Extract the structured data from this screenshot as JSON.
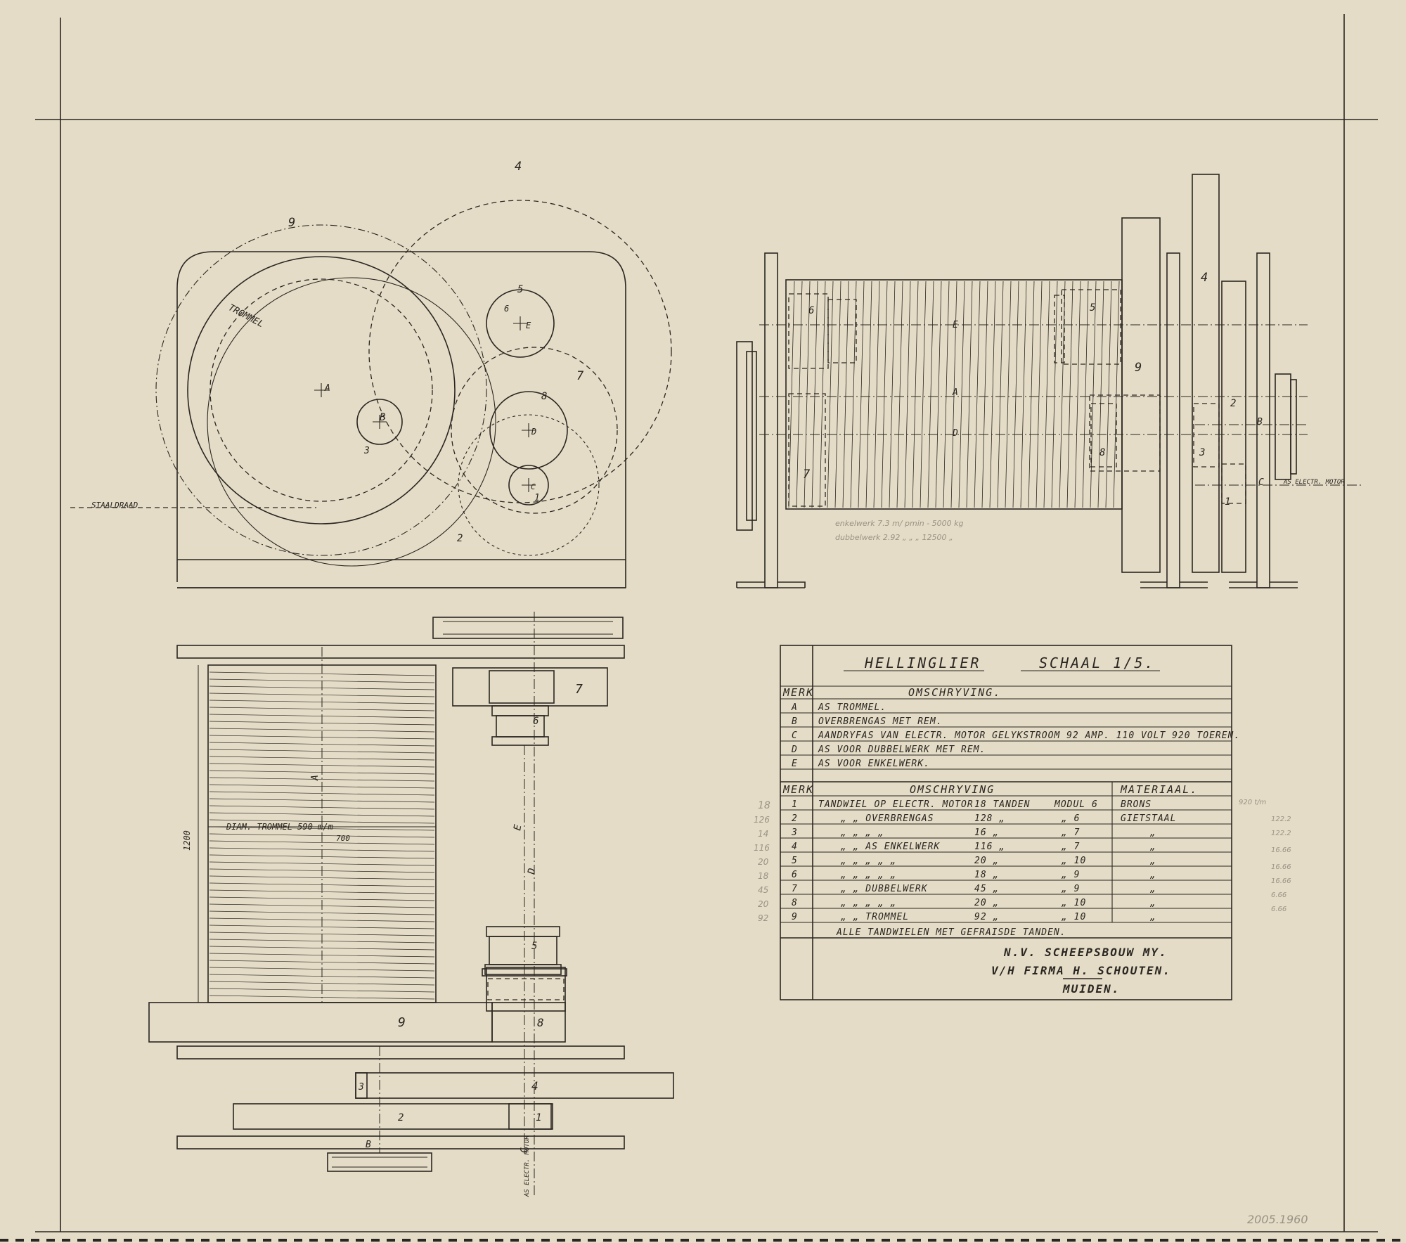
{
  "title": {
    "name": "HELLINGLIER",
    "scale": "SCHAAL 1/5."
  },
  "view_labels": {
    "trommel": "TROMMEL",
    "staaldraad": "STAALDRAAD",
    "diam_trommel": "DIAM. TROMMEL 590 m/m",
    "dim_700": "700",
    "dim_1200": "1200",
    "as_electr_motor": "AS ELECTR. MOTOR"
  },
  "markers": {
    "A": "A",
    "B": "B",
    "C": "C",
    "D": "D",
    "E": "E",
    "g1": "1",
    "g2": "2",
    "g3": "3",
    "g4": "4",
    "g5": "5",
    "g6": "6",
    "g7": "7",
    "g8": "8",
    "g9": "9"
  },
  "shaft_table": {
    "header_merk": "MERK",
    "header_omschryving": "OMSCHRYVING.",
    "rows": [
      {
        "merk": "A",
        "text": "AS TROMMEL."
      },
      {
        "merk": "B",
        "text": "OVERBRENGAS MET REM."
      },
      {
        "merk": "C",
        "text": "AANDRYFAS VAN ELECTR. MOTOR GELYKSTROOM 92 AMP. 110 VOLT 920 TOEREN."
      },
      {
        "merk": "D",
        "text": "AS VOOR DUBBELWERK MET REM."
      },
      {
        "merk": "E",
        "text": "AS VOOR ENKELWERK."
      }
    ]
  },
  "gear_table": {
    "header_merk": "MERK",
    "header_omschryving": "OMSCHRYVING",
    "header_materiaal": "MATERIAAL.",
    "rows": [
      {
        "merk": "1",
        "text": "TANDWIEL OP ELECTR. MOTOR",
        "teeth": "18 TANDEN",
        "modul": "MODUL 6",
        "materiaal": "BRONS"
      },
      {
        "merk": "2",
        "text": "„ „ OVERBRENGAS",
        "teeth": "128 „",
        "modul": "„ 6",
        "materiaal": "GIETSTAAL"
      },
      {
        "merk": "3",
        "text": "„ „ „ „",
        "teeth": "16 „",
        "modul": "„ 7",
        "materiaal": "„"
      },
      {
        "merk": "4",
        "text": "„ „ AS ENKELWERK",
        "teeth": "116 „",
        "modul": "„ 7",
        "materiaal": "„"
      },
      {
        "merk": "5",
        "text": "„ „ „ „ „",
        "teeth": "20 „",
        "modul": "„ 10",
        "materiaal": "„"
      },
      {
        "merk": "6",
        "text": "„ „ „ „ „",
        "teeth": "18 „",
        "modul": "„ 9",
        "materiaal": "„"
      },
      {
        "merk": "7",
        "text": "„ „ DUBBELWERK",
        "teeth": "45 „",
        "modul": "„ 9",
        "materiaal": "„"
      },
      {
        "merk": "8",
        "text": "„ „ „ „ „",
        "teeth": "20 „",
        "modul": "„ 10",
        "materiaal": "„"
      },
      {
        "merk": "9",
        "text": "„ „ TROMMEL",
        "teeth": "92 „",
        "modul": "„ 10",
        "materiaal": "„"
      }
    ],
    "footnote": "ALLE TANDWIELEN MET GEFRAISDE TANDEN."
  },
  "maker": {
    "line1": "N.V. SCHEEPSBOUW MY.",
    "line2": "V/H FIRMA H. SCHOUTEN.",
    "line3": "MUIDEN."
  },
  "pencil_notes": {
    "note_a": "enkelwerk 7.3 m/ pmin - 5000 kg",
    "note_b": "dubbelwerk 2.92 „ „ „ 12500 „",
    "margin_1": "18",
    "margin_2": "126",
    "margin_3": "14",
    "margin_4": "116",
    "margin_5": "20",
    "margin_6": "18",
    "margin_7": "45",
    "margin_8": "20",
    "margin_9": "92",
    "right_1": "920 t/m",
    "right_2": "122.2",
    "right_3": "122.2",
    "right_4": "16.66",
    "right_5": "16.66",
    "right_6": "16.66",
    "right_7": "6.66",
    "right_8": "6.66",
    "archive_number": "2005.1960"
  },
  "colors": {
    "paper": "#e4dcc6",
    "ink": "#2a2622",
    "pencil": "#9a9284"
  }
}
